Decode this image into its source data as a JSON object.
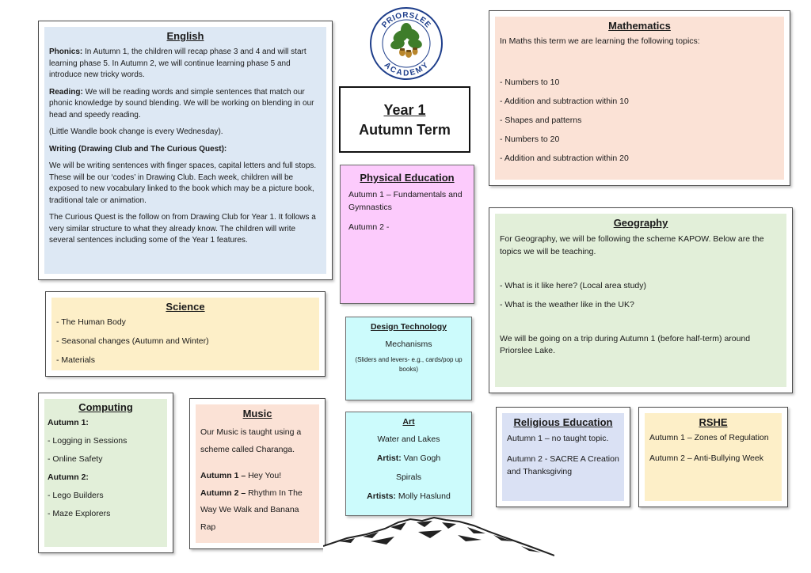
{
  "logo": {
    "top_text": "PRIORSLEE",
    "bottom_text": "ACADEMY"
  },
  "year_box": {
    "line1": "Year 1",
    "line2": "Autumn Term"
  },
  "english": {
    "title": "English",
    "phonics_label": "Phonics:",
    "phonics_text": "In Autumn 1, the children will recap phase 3 and 4 and will start learning phase 5. In Autumn 2, we will continue learning phase 5 and introduce new tricky words.",
    "reading_label": "Reading:",
    "reading_text": "We will be reading words and simple sentences that match our phonic knowledge by sound blending. We will be working on blending in our head and speedy reading.",
    "book_change": "(Little Wandle book change is every Wednesday).",
    "writing_label": "Writing (Drawing Club and The Curious Quest):",
    "writing_text1": "We will be writing sentences with finger spaces, capital letters and full stops. These will be our ‘codes’ in Drawing Club. Each week, children will be exposed to new vocabulary linked to the book which may be a picture book, traditional tale or animation.",
    "writing_text2": "The Curious Quest is the follow on from Drawing Club for Year 1. It follows a very similar structure to what they already know. The children will write several sentences including some of the Year 1 features."
  },
  "science": {
    "title": "Science",
    "items": [
      "- The Human Body",
      "- Seasonal changes (Autumn and Winter)",
      "- Materials"
    ]
  },
  "computing": {
    "title": "Computing",
    "autumn1_label": "Autumn 1:",
    "autumn1_items": [
      "- Logging in Sessions",
      "- Online Safety"
    ],
    "autumn2_label": "Autumn 2:",
    "autumn2_items": [
      "- Lego Builders",
      "- Maze Explorers"
    ]
  },
  "music": {
    "title": "Music",
    "intro": "Our Music is taught using a scheme called Charanga.",
    "autumn1_label": "Autumn 1 –",
    "autumn1_text": " Hey You!",
    "autumn2_label": "Autumn 2 –",
    "autumn2_text": " Rhythm In The Way We Walk and Banana Rap"
  },
  "pe": {
    "title": "Physical Education",
    "autumn1": "Autumn 1 – Fundamentals and Gymnastics",
    "autumn2": "Autumn 2 -"
  },
  "dt": {
    "title": "Design Technology",
    "topic": "Mechanisms",
    "detail": "(Sliders and levers- e.g., cards/pop up books)"
  },
  "art": {
    "title": "Art",
    "topic1": "Water and Lakes",
    "artist1_label": "Artist:",
    "artist1": " Van Gogh",
    "topic2": "Spirals",
    "artist2_label": "Artists:",
    "artist2": " Molly Haslund"
  },
  "maths": {
    "title": "Mathematics",
    "intro": "In Maths this term we are learning the following topics:",
    "items": [
      "- Numbers to 10",
      "- Addition and subtraction within 10",
      "- Shapes and patterns",
      "- Numbers to 20",
      "- Addition and subtraction within 20"
    ]
  },
  "geography": {
    "title": "Geography",
    "intro": "For Geography, we will be following the scheme KAPOW. Below are the topics we will be teaching.",
    "items": [
      "- What is it like here? (Local area study)",
      "- What is the weather like in the UK?"
    ],
    "trip": "We will be going on a trip during Autumn 1 (before half-term) around Priorslee Lake."
  },
  "re": {
    "title": "Religious Education",
    "autumn1": "Autumn 1 – no taught topic.",
    "autumn2": "Autumn 2 - SACRE A Creation and Thanksgiving"
  },
  "rshe": {
    "title": "RSHE",
    "autumn1": "Autumn 1 – Zones of Regulation",
    "autumn2": "Autumn 2 – Anti-Bullying Week"
  }
}
